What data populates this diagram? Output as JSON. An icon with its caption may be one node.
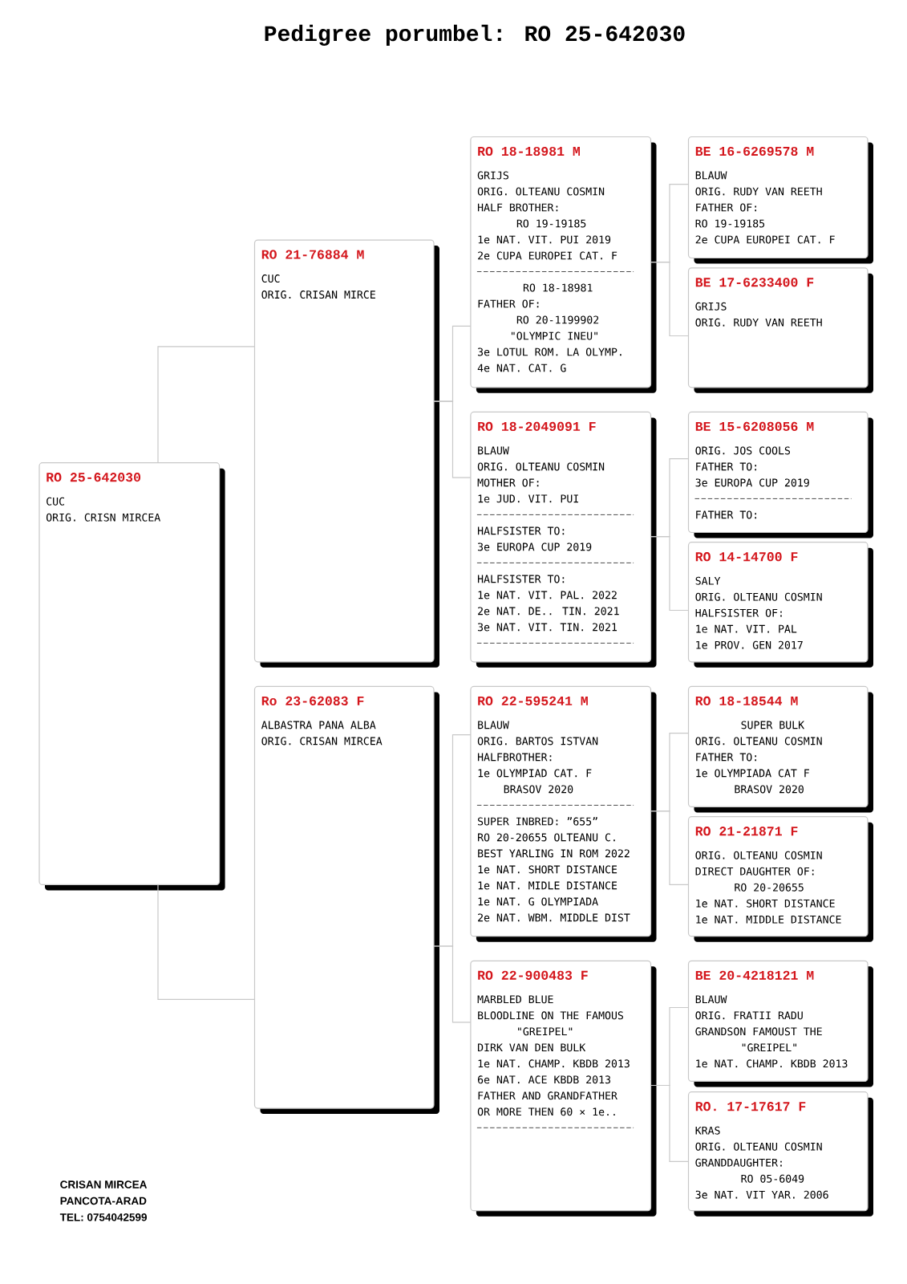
{
  "diagram": {
    "title": "Pedigree porumbel: RO 25-642030",
    "nodes": [
      {
        "text": [
          "RO 25-642030",
          "CUC",
          "ORIG. CRISN MIRCEA"
        ]
      },
      {
        "text": [
          "RO 21-76884 M",
          "CUC",
          "ORIG. CRISAN MIRCE"
        ]
      },
      {
        "text": [
          "Ro 23-62083 F",
          "ALBASTRA PANA ALBA",
          "ORIG. CRISAN MIRCEA"
        ]
      },
      {
        "text": [
          "RO 18-18981 M",
          "GRIJS",
          "ORIG. OLTEANU COSMIN",
          "HALF BROTHER:",
          "RO 19-19185",
          "1e NAT. VIT. PUI 2019",
          "2e CUPA EUROPEI CAT. F",
          "RO 18-18981",
          "FATHER OF:",
          "RO 20-1199902",
          "\"OLYMPIC INEU\"",
          "3e LOTUL ROM. LA OLYMP.",
          "4e NAT. CAT. G"
        ]
      },
      {
        "text": [
          "RO 18-2049091 F",
          "BLAUW",
          "ORIG. OLTEANU COSMIN",
          "MOTHER OF:",
          "1e JUD. VIT. PUI",
          "HALFSISTER TO:",
          "3e EUROPA CUP 2019",
          "HALFSISTER TO:",
          "1e NAT. VIT. PAL. 2022",
          "2e NAT. DE.. TIN. 2021",
          "3e NAT. VIT. TIN. 2021"
        ]
      },
      {
        "text": [
          "RO 22-595241 M",
          "BLAUW",
          "ORIG. BARTOS ISTVAN",
          "HALFBROTHER:",
          "1e OLYMPIAD CAT. F",
          "BRASOV 2020",
          "SUPER INBRED: ”655”",
          "RO 20-20655 OLTEANU C.",
          "BEST YARLING IN ROM 2022",
          "1e NAT. SHORT DISTANCE",
          "1e NAT. MIDLE DISTANCE",
          "1e NAT. G OLYMPIADA",
          "2e NAT. WBM. MIDDLE DIST"
        ]
      },
      {
        "text": [
          "RO 22-900483 F",
          "MARBLED BLUE",
          "BLOODLINE ON THE FAMOUS",
          "\"GREIPEL\"",
          "DIRK VAN DEN BULK",
          "1e NAT. CHAMP. KBDB 2013",
          "6e NAT. ACE KBDB 2013",
          "FATHER AND GRANDFATHER",
          "OR MORE THEN 60 × 1e.."
        ]
      },
      {
        "text": [
          "BE 16-6269578 M",
          "BLAUW",
          "ORIG. RUDY VAN REETH",
          "FATHER OF:",
          "RO 19-19185",
          "2e CUPA EUROPEI CAT. F"
        ]
      },
      {
        "text": [
          "BE 17-6233400 F",
          "GRIJS",
          "ORIG. RUDY VAN REETH"
        ]
      },
      {
        "text": [
          "BE 15-6208056 M",
          "ORIG. JOS COOLS",
          "FATHER TO:",
          "3e EUROPA CUP 2019",
          "FATHER TO:"
        ]
      },
      {
        "text": [
          "RO 14-14700 F",
          "SALY",
          "ORIG. OLTEANU COSMIN",
          "HALFSISTER OF:",
          "1e NAT. VIT. PAL",
          "1e PROV. GEN 2017"
        ]
      },
      {
        "text": [
          "RO 18-18544 M",
          "SUPER BULK",
          "ORIG. OLTEANU COSMIN",
          "FATHER TO:",
          "1e OLYMPIADA CAT F",
          "BRASOV 2020"
        ]
      },
      {
        "text": [
          "RO 21-21871 F",
          "ORIG. OLTEANU COSMIN",
          "DIRECT DAUGHTER OF:",
          "RO 20-20655",
          "1e NAT. SHORT DISTANCE",
          "1e NAT. MIDDLE DISTANCE"
        ]
      },
      {
        "text": [
          "BE 20-4218121 M",
          "BLAUW",
          "ORIG. FRATII RADU",
          "GRANDSON FAMOUST THE",
          "\"GREIPEL\"",
          "1e NAT. CHAMP. KBDB 2013"
        ]
      },
      {
        "text": [
          "RO. 17-17617 F",
          "KRAS",
          "ORIG. OLTEANU COSMIN",
          "GRANDDAUGHTER:",
          "RO 05-6049",
          "3e NAT. VIT YAR. 2006"
        ]
      }
    ],
    "edges": [
      {
        "from": 0,
        "to": 1,
        "arrow": "none"
      },
      {
        "from": 0,
        "to": 2,
        "arrow": "none"
      },
      {
        "from": 1,
        "to": 3,
        "arrow": "none"
      },
      {
        "from": 1,
        "to": 4,
        "arrow": "none"
      },
      {
        "from": 2,
        "to": 5,
        "arrow": "none"
      },
      {
        "from": 2,
        "to": 6,
        "arrow": "none"
      },
      {
        "from": 3,
        "to": 7,
        "arrow": "none"
      },
      {
        "from": 3,
        "to": 8,
        "arrow": "none"
      },
      {
        "from": 4,
        "to": 9,
        "arrow": "none"
      },
      {
        "from": 4,
        "to": 10,
        "arrow": "none"
      },
      {
        "from": 5,
        "to": 11,
        "arrow": "none"
      },
      {
        "from": 5,
        "to": 12,
        "arrow": "none"
      },
      {
        "from": 6,
        "to": 13,
        "arrow": "none"
      },
      {
        "from": 6,
        "to": 14,
        "arrow": "none"
      }
    ],
    "labels": [
      "CRISAN MIRCEA",
      "PANCOTA-ARAD",
      "TEL: 0754042599"
    ]
  }
}
